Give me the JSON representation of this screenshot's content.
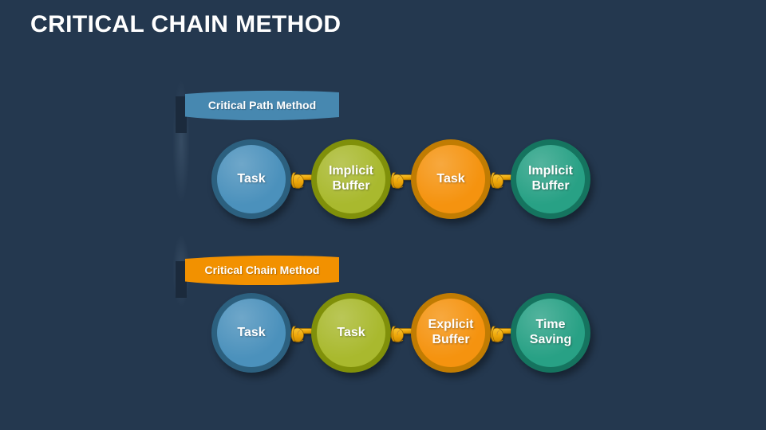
{
  "title": "CRITICAL CHAIN METHOD",
  "theme": {
    "background": "#24384F",
    "title_color": "#FFFFFF",
    "hand_gold_light": "#F8C431",
    "hand_gold_dark": "#D18E00"
  },
  "rows": [
    {
      "banner": {
        "label": "Critical Path Method",
        "color": "#4788B0"
      },
      "nodes": [
        {
          "label": "Task",
          "ring": "#2C607F",
          "fill": "#4B91BC"
        },
        {
          "label": "Implicit Buffer",
          "ring": "#80900A",
          "fill": "#A9B92E"
        },
        {
          "label": "Task",
          "ring": "#C17C02",
          "fill": "#F5930F"
        },
        {
          "label": "Implicit Buffer",
          "ring": "#15745F",
          "fill": "#28A185"
        }
      ]
    },
    {
      "banner": {
        "label": "Critical Chain Method",
        "color": "#F29100"
      },
      "nodes": [
        {
          "label": "Task",
          "ring": "#2C607F",
          "fill": "#4B91BC"
        },
        {
          "label": "Task",
          "ring": "#80900A",
          "fill": "#A9B92E"
        },
        {
          "label": "Explicit Buffer",
          "ring": "#C17C02",
          "fill": "#F5930F"
        },
        {
          "label": "Time Saving",
          "ring": "#15745F",
          "fill": "#28A185"
        }
      ]
    }
  ]
}
